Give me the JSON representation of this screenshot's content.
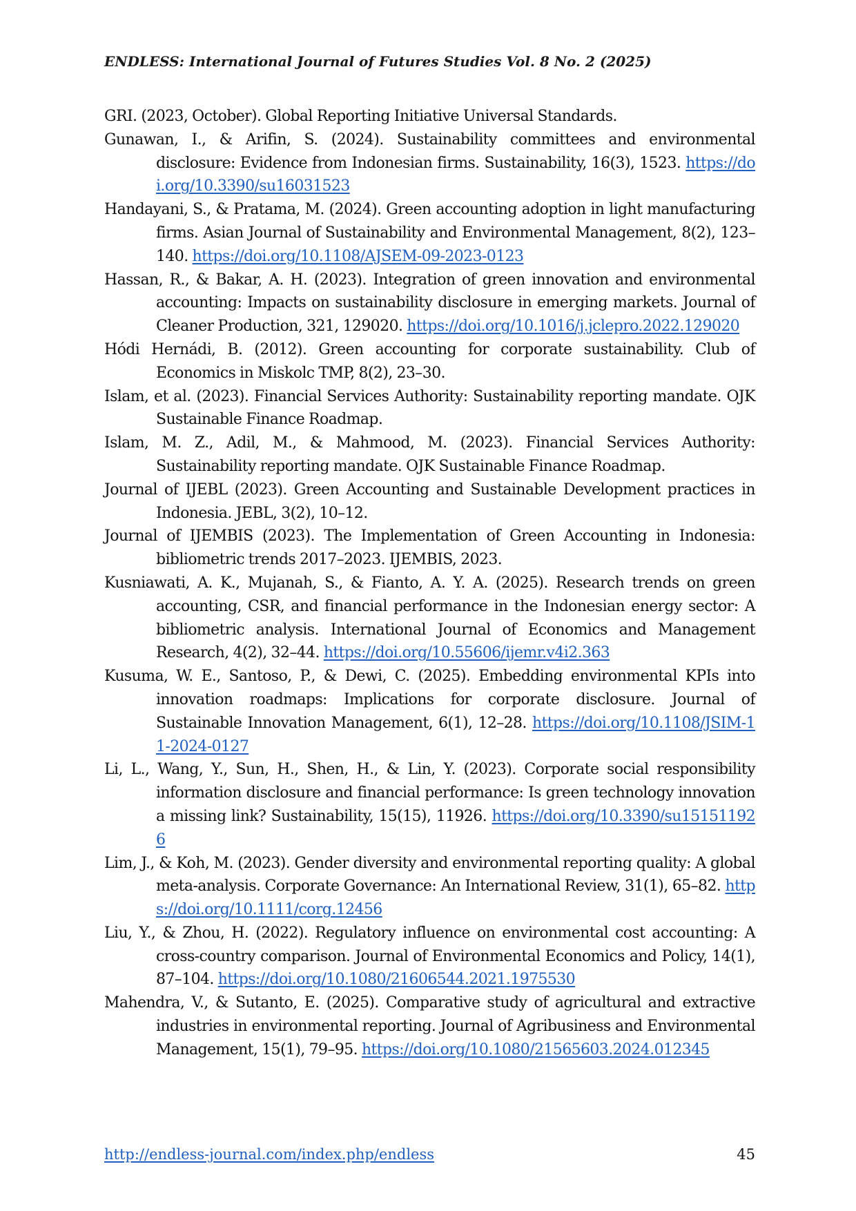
{
  "header": {
    "running_title": "ENDLESS: International Journal of Futures Studies Vol. 8 No. 2 (2025)"
  },
  "references": [
    {
      "text": "GRI. (2023, October). Global Reporting Initiative Universal Standards.",
      "doi": ""
    },
    {
      "text": "Gunawan, I., & Arifin, S. (2024). Sustainability committees and environmental disclosure: Evidence from Indonesian firms. Sustainability, 16(3), 1523.",
      "doi": "https://doi.org/10.3390/su16031523"
    },
    {
      "text": "Handayani, S., & Pratama, M. (2024). Green accounting adoption in light manufacturing firms. Asian Journal of Sustainability and Environmental Management, 8(2), 123–140.",
      "doi": "https://doi.org/10.1108/AJSEM-09-2023-0123"
    },
    {
      "text": "Hassan, R., & Bakar, A. H. (2023). Integration of green innovation and environmental accounting: Impacts on sustainability disclosure in emerging markets. Journal of Cleaner Production, 321, 129020.",
      "doi": "https://doi.org/10.1016/j.jclepro.2022.129020"
    },
    {
      "text": "Hódi Hernádi, B. (2012). Green accounting for corporate sustainability. Club of Economics in Miskolc TMP, 8(2), 23–30.",
      "doi": ""
    },
    {
      "text": "Islam, et al. (2023). Financial Services Authority: Sustainability reporting mandate. OJK Sustainable Finance Roadmap.",
      "doi": ""
    },
    {
      "text": "Islam, M. Z., Adil, M., & Mahmood, M. (2023). Financial Services Authority: Sustainability reporting mandate. OJK Sustainable Finance Roadmap.",
      "doi": ""
    },
    {
      "text": "Journal of IJEBL (2023). Green Accounting and Sustainable Development practices in Indonesia. JEBL, 3(2), 10–12.",
      "doi": ""
    },
    {
      "text": "Journal of IJEMBIS (2023). The Implementation of Green Accounting in Indonesia: bibliometric trends 2017–2023. IJEMBIS, 2023.",
      "doi": ""
    },
    {
      "text": "Kusniawati, A. K., Mujanah, S., & Fianto, A. Y. A. (2025). Research trends on green accounting, CSR, and financial performance in the Indonesian energy sector: A bibliometric analysis. International Journal of Economics and Management Research, 4(2), 32–44.",
      "doi": "https://doi.org/10.55606/ijemr.v4i2.363"
    },
    {
      "text": "Kusuma, W. E., Santoso, P., & Dewi, C. (2025). Embedding environmental KPIs into innovation roadmaps: Implications for corporate disclosure. Journal of Sustainable Innovation Management, 6(1), 12–28.",
      "doi": "https://doi.org/10.1108/JSIM-11-2024-0127"
    },
    {
      "text": "Li, L., Wang, Y., Sun, H., Shen, H., & Lin, Y. (2023). Corporate social responsibility information disclosure and financial performance: Is green technology innovation a missing link? Sustainability, 15(15), 11926.",
      "doi": "https://doi.org/10.3390/su151511926"
    },
    {
      "text": "Lim, J., & Koh, M. (2023). Gender diversity and environmental reporting quality: A global meta-analysis. Corporate Governance: An International Review, 31(1), 65–82.",
      "doi": "https://doi.org/10.1111/corg.12456"
    },
    {
      "text": "Liu, Y., & Zhou, H. (2022). Regulatory influence on environmental cost accounting: A cross-country comparison. Journal of Environmental Economics and Policy, 14(1), 87–104.",
      "doi": "https://doi.org/10.1080/21606544.2021.1975530"
    },
    {
      "text": "Mahendra, V., & Sutanto, E. (2025). Comparative study of agricultural and extractive industries in environmental reporting. Journal of Agribusiness and Environmental Management, 15(1), 79–95.",
      "doi": "https://doi.org/10.1080/21565603.2024.012345"
    }
  ],
  "footer": {
    "url": "http://endless-journal.com/index.php/endless",
    "page_number": "45"
  }
}
